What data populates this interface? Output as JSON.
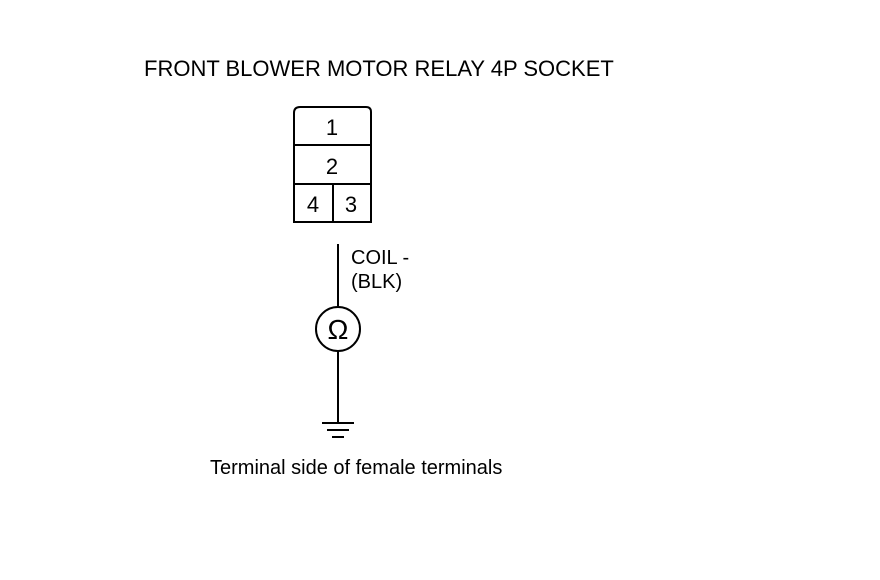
{
  "title": "FRONT BLOWER MOTOR RELAY 4P SOCKET",
  "connector": {
    "cavities": [
      {
        "id": "cavity-1",
        "label": "1"
      },
      {
        "id": "cavity-2",
        "label": "2"
      },
      {
        "id": "cavity-4",
        "label": "4"
      },
      {
        "id": "cavity-3",
        "label": "3"
      }
    ]
  },
  "wire": {
    "name": "COIL -",
    "color": "(BLK)"
  },
  "meter": {
    "symbol": "Ω",
    "type": "ohmmeter"
  },
  "ground": {
    "symbol": "ground"
  },
  "caption": "Terminal side of female terminals",
  "colors": {
    "line": "#000000",
    "background": "#ffffff"
  }
}
